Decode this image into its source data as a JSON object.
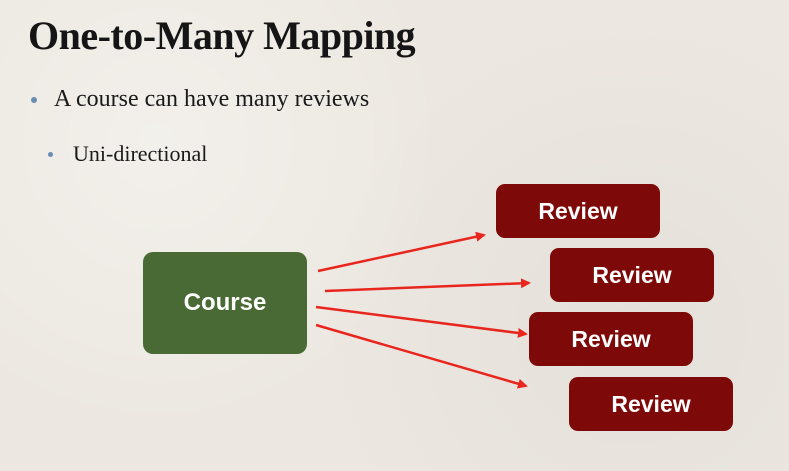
{
  "slide": {
    "title": "One-to-Many Mapping",
    "bullets": [
      {
        "text": "A course can have many reviews"
      },
      {
        "text": "Uni-directional"
      }
    ]
  },
  "diagram": {
    "source": {
      "label": "Course",
      "color": "#4a6a35"
    },
    "targets": [
      {
        "label": "Review"
      },
      {
        "label": "Review"
      },
      {
        "label": "Review"
      },
      {
        "label": "Review"
      }
    ],
    "target_color": "#7d0a09",
    "arrow_color": "#e8261e"
  }
}
